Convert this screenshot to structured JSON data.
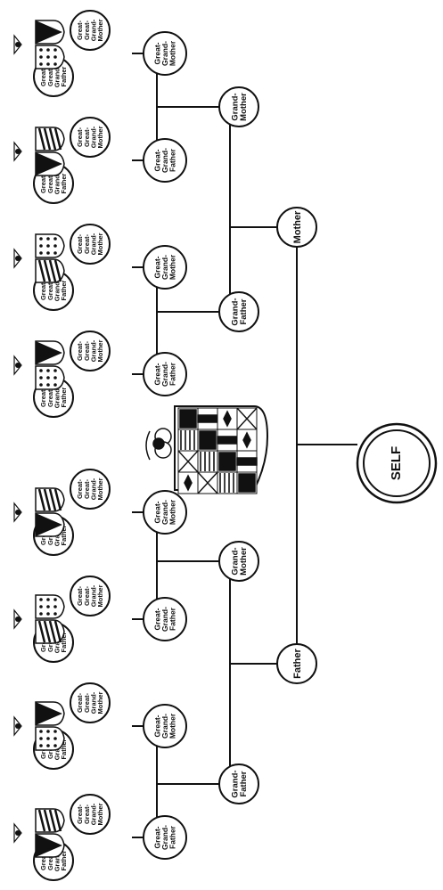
{
  "self_label": "SELF",
  "parents": {
    "father": "Father",
    "mother": "Mother"
  },
  "grandparents": [
    [
      "Grand-",
      "Father"
    ],
    [
      "Grand-",
      "Mother"
    ],
    [
      "Grand-",
      "Father"
    ],
    [
      "Grand-",
      "Mother"
    ]
  ],
  "great_grandparents": [
    [
      "Great-",
      "Grand-",
      "Father"
    ],
    [
      "Great-",
      "Grand-",
      "Mother"
    ],
    [
      "Great-",
      "Grand-",
      "Father"
    ],
    [
      "Great-",
      "Grand-",
      "Mother"
    ],
    [
      "Great-",
      "Grand-",
      "Father"
    ],
    [
      "Great-",
      "Grand-",
      "Mother"
    ],
    [
      "Great-",
      "Grand-",
      "Father"
    ],
    [
      "Great-",
      "Grand-",
      "Mother"
    ]
  ],
  "great_great_grandparents": [
    [
      "Great-",
      "Great-",
      "Grand-",
      "Father"
    ],
    [
      "Great-",
      "Great-",
      "Grand-",
      "Mother"
    ],
    [
      "Great-",
      "Great-",
      "Grand-",
      "Father"
    ],
    [
      "Great-",
      "Great-",
      "Grand-",
      "Mother"
    ],
    [
      "Great-",
      "Great-",
      "Grand-",
      "Father"
    ],
    [
      "Great-",
      "Great-",
      "Grand-",
      "Mother"
    ],
    [
      "Great-",
      "Great-",
      "Grand-",
      "Father"
    ],
    [
      "Great-",
      "Great-",
      "Grand-",
      "Mother"
    ],
    [
      "Great-",
      "Great-",
      "Grand-",
      "Father"
    ],
    [
      "Great-",
      "Great-",
      "Grand-",
      "Mother"
    ],
    [
      "Great-",
      "Great-",
      "Grand-",
      "Father"
    ],
    [
      "Great-",
      "Great-",
      "Grand-",
      "Mother"
    ],
    [
      "Great-",
      "Great-",
      "Grand-",
      "Father"
    ],
    [
      "Great-",
      "Great-",
      "Grand-",
      "Mother"
    ],
    [
      "Great-",
      "Great-",
      "Grand-",
      "Father"
    ],
    [
      "Great-",
      "Great-",
      "Grand-",
      "Mother"
    ]
  ],
  "ink_color": "#111111"
}
